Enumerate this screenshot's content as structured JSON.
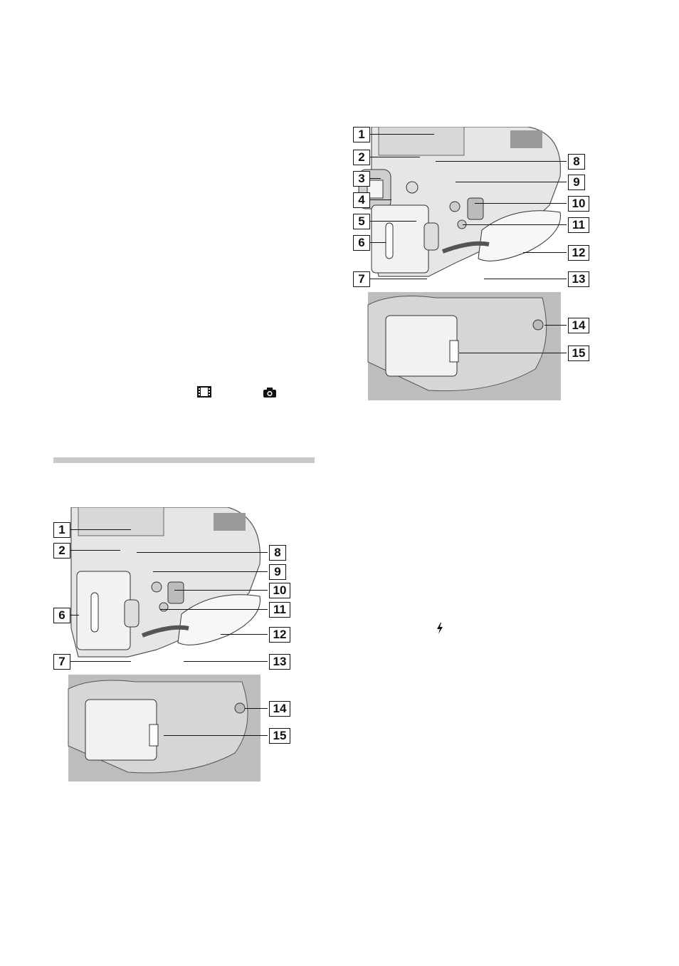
{
  "icons": {
    "movie_mode": "film-icon",
    "photo_mode": "camera-icon",
    "flash": "flash-icon"
  },
  "figure_right": {
    "callouts": [
      "1",
      "2",
      "3",
      "4",
      "5",
      "6",
      "7",
      "8",
      "9",
      "10",
      "11",
      "12",
      "13",
      "14",
      "15"
    ]
  },
  "figure_left": {
    "callouts": [
      "1",
      "2",
      "6",
      "7",
      "8",
      "9",
      "10",
      "11",
      "12",
      "13",
      "14",
      "15"
    ]
  },
  "colors": {
    "rule": "#c8c8c8",
    "photo_background": "#bdbdbd",
    "ink": "#111111"
  }
}
